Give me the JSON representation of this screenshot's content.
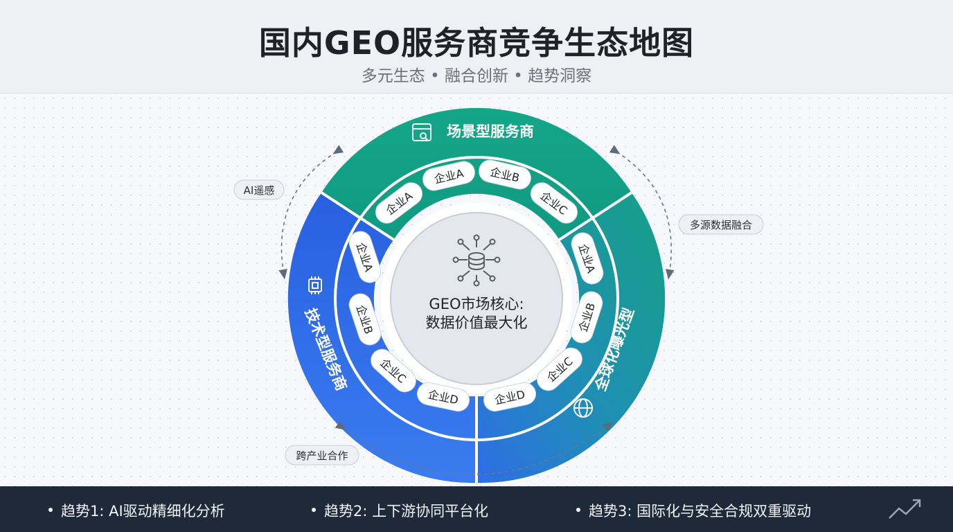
{
  "header": {
    "title": "国内GEO服务商竞争生态地图",
    "subtitle": "多元生态 • 融合创新 • 趋势洞察"
  },
  "center": {
    "line1": "GEO市场核心:",
    "line2": "数据价值最大化",
    "icon": "data-hub-icon"
  },
  "segments": {
    "scene": {
      "label": "场景型服务商",
      "icon": "browser-window-icon",
      "color": "#13a386",
      "companies": [
        "企业A",
        "企业A",
        "企业B",
        "企业C"
      ]
    },
    "tech": {
      "label": "技术型服务商",
      "icon": "chip-icon",
      "color": "#2f6ae8",
      "companies": [
        "企业A",
        "企业B",
        "企业C",
        "企业D"
      ]
    },
    "global": {
      "label": "全球化曝光型",
      "icon": "globe-icon",
      "color": "#1a8fb0",
      "companies": [
        "企业A",
        "企业B",
        "企业C",
        "企业D"
      ]
    }
  },
  "flows": {
    "left": "AI遥感",
    "right": "多源数据融合",
    "bottom": "跨产业合作"
  },
  "footer": {
    "trends": [
      "趋势1:  AI驱动精细化分析",
      "趋势2:  上下游协同平台化",
      "趋势3:  国际化与安全合规双重驱动"
    ],
    "icon": "trend-up-icon"
  },
  "colors": {
    "green": "#13a386",
    "blue": "#2f6ae8",
    "teal": "#1a8fb0",
    "footer_bg": "#1e2a3a"
  }
}
